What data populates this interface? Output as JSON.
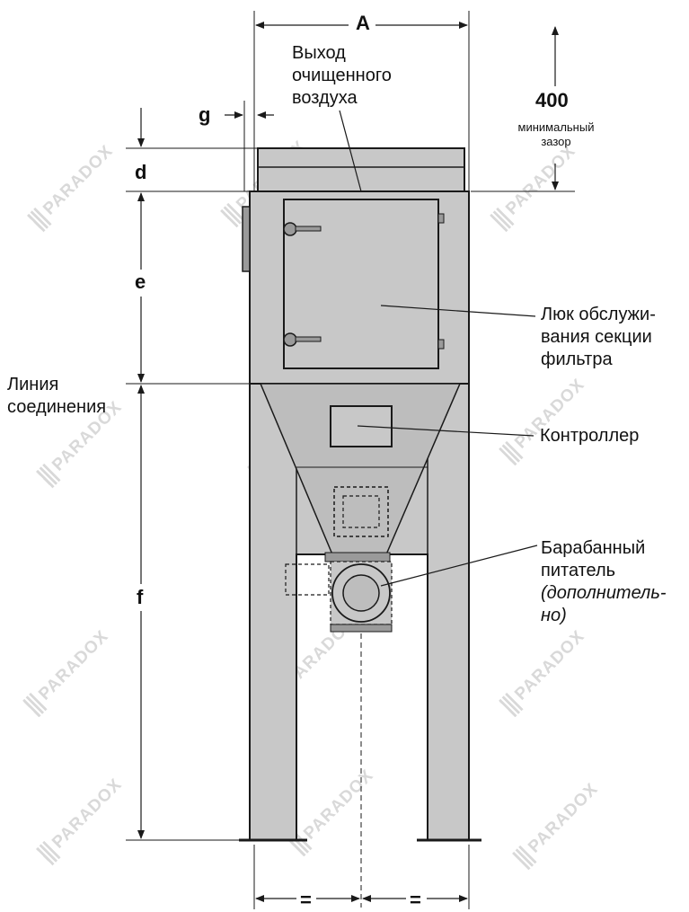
{
  "dimensions": {
    "A": "A",
    "g": "g",
    "d": "d",
    "e": "e",
    "f": "f",
    "clearance_value": "400",
    "clearance_label": "минимальный\nзазор",
    "half_left": "=",
    "half_right": "="
  },
  "callouts": {
    "clean_air_outlet": "Выход\nочищенного\nвоздуха",
    "filter_service_door": "Люк обслужи-\nвания секции\nфильтра",
    "connection_line": "Линия\nсоединения",
    "controller": "Контроллер",
    "rotary_valve": "Барабанный\nпитатель",
    "rotary_valve_optional": "(дополнитель-\nно)"
  },
  "watermark": "PARADOX",
  "colors": {
    "body_fill": "#c8c8c8",
    "panel_fill": "#bdbdbd",
    "line": "#1a1a1a",
    "watermark": "#d9d9d9"
  }
}
